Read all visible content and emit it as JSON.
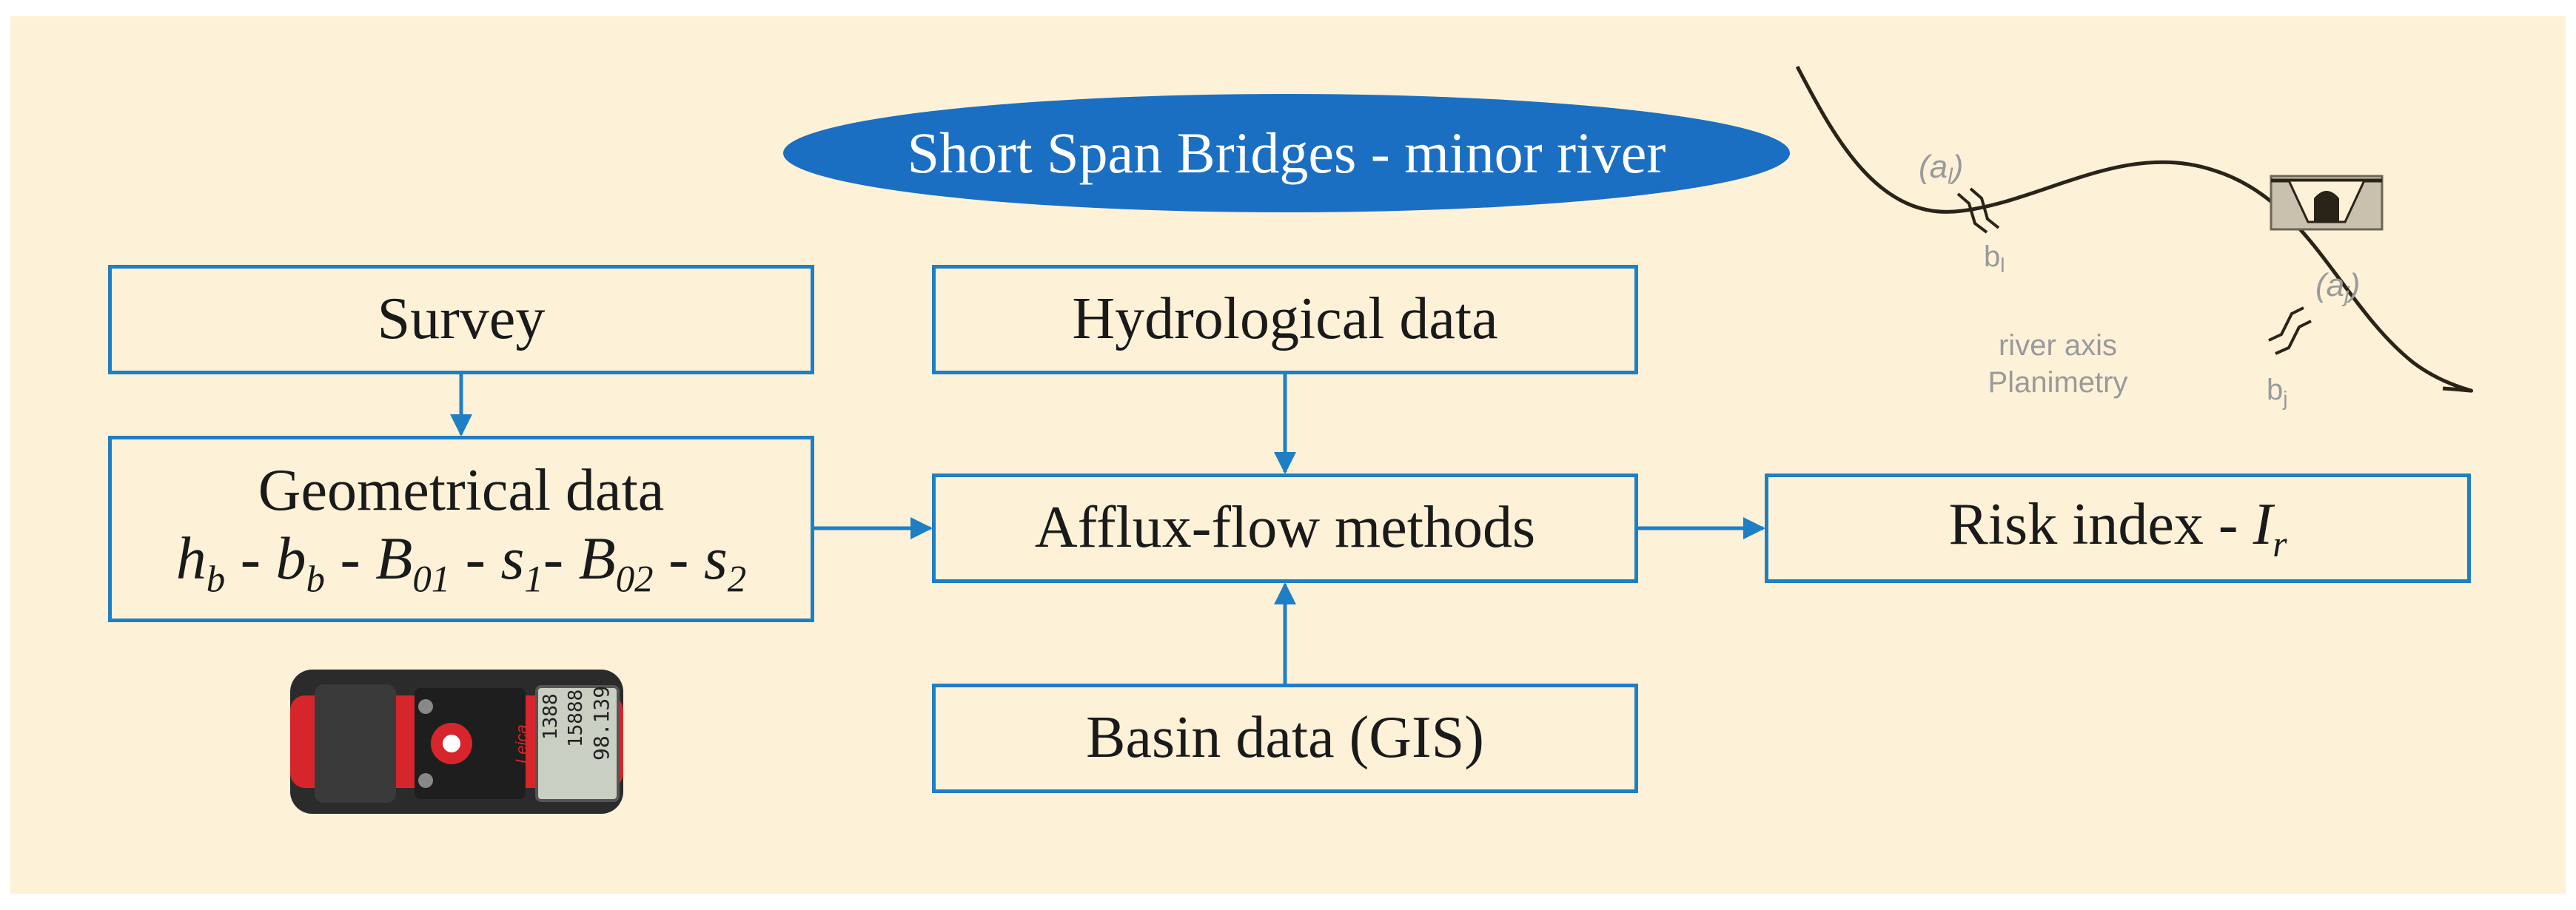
{
  "title": "Short Span Bridges - minor river",
  "boxes": {
    "survey": "Survey",
    "geometrical": "Geometrical data",
    "formula": {
      "h": "h",
      "h_sub": "b",
      "b": "b",
      "b_sub": "b",
      "B1": "B",
      "B1_sub": "01",
      "s1": "s",
      "s1_sub": "1",
      "B2": "B",
      "B2_sub": "02",
      "s2": "s",
      "s2_sub": "2",
      "sep": " - ",
      "sep_tight": "- "
    },
    "hydrological": "Hydrological data",
    "afflux": "Afflux-flow methods",
    "basin": "Basin data (GIS)",
    "risk_prefix": "Risk index - ",
    "risk_symbol": "I",
    "risk_sub": "r"
  },
  "sketch": {
    "label_a1": "(a",
    "label_a1_sub": "l",
    "label_aj": "(a",
    "label_aj_sub": "j",
    "close_paren": ")",
    "label_b1": "b",
    "label_b1_sub": "l",
    "label_bj": "b",
    "label_bj_sub": "j",
    "caption_line1": "river axis",
    "caption_line2": "Planimetry"
  },
  "device": {
    "brand": "Leica",
    "screen_line1": "1388",
    "screen_line2": "15888",
    "screen_line3": "98.139"
  },
  "colors": {
    "accent": "#1f7fc4",
    "ellipse": "#1b6fc2",
    "background": "#fdf2d8",
    "device_red": "#d7262b"
  }
}
